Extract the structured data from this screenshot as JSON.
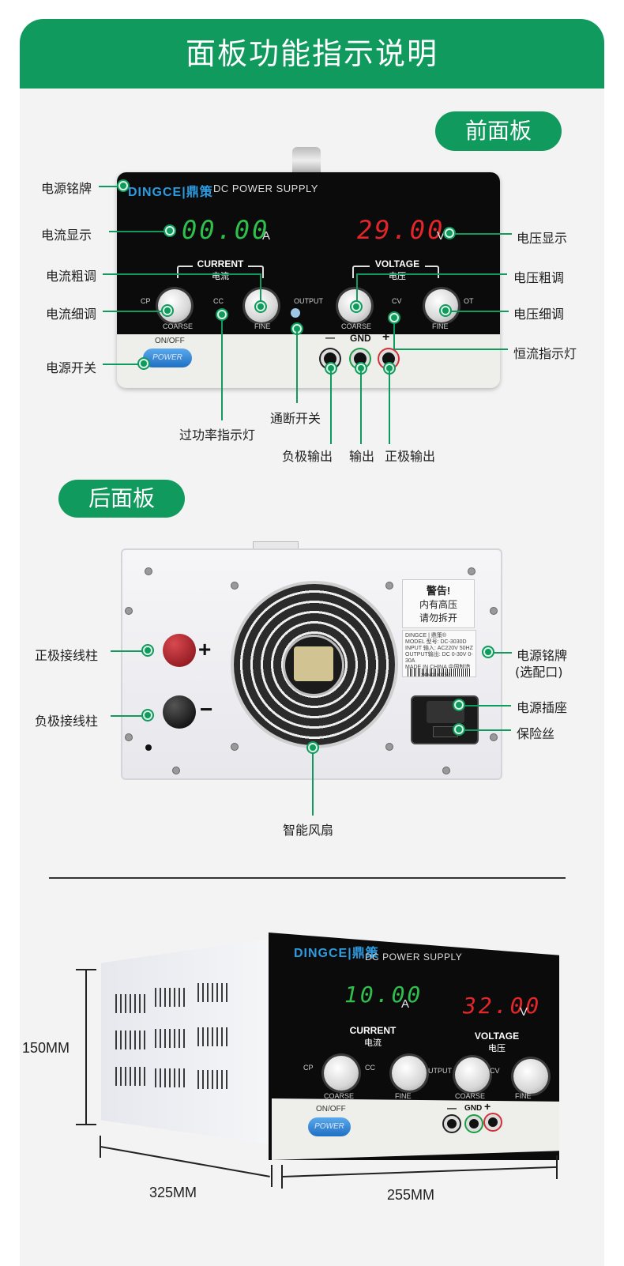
{
  "title": "面板功能指示说明",
  "front_pill": "前面板",
  "back_pill": "后面板",
  "front": {
    "brand": "DINGCE|鼎策",
    "brand_sub": "DC POWER SUPPLY",
    "current_value": "00.00",
    "current_unit": "A",
    "voltage_value": "29.00",
    "voltage_unit": "V",
    "current_group": "CURRENT",
    "current_group_cn": "电流",
    "voltage_group": "VOLTAGE",
    "voltage_group_cn": "电压",
    "cp": "CP",
    "cc": "CC",
    "cv": "CV",
    "ot": "OT",
    "output": "OUTPUT",
    "coarse": "COARSE",
    "fine": "FINE",
    "onoff": "ON/OFF",
    "power": "POWER",
    "minus": "—",
    "gnd": "GND",
    "plus": "+"
  },
  "front_callouts": {
    "power_plate": "电源铭牌",
    "current_display": "电流显示",
    "current_coarse": "电流粗调",
    "current_fine": "电流细调",
    "power_switch": "电源开关",
    "voltage_display": "电压显示",
    "voltage_coarse": "电压粗调",
    "voltage_fine": "电压细调",
    "cc_indicator": "恒流指示灯",
    "output_switch": "通断开关",
    "overpower_indicator": "过功率指示灯",
    "negative_output": "负极输出",
    "output": "输出",
    "positive_output": "正极输出"
  },
  "back": {
    "warning_title": "警告!",
    "warning_line1": "内有高压",
    "warning_line2": "请勿拆开",
    "nameplate_brand": "DINGCE | 鼎策®",
    "nameplate_model": "MODEL 型号: DC-3030D",
    "nameplate_input": "INPUT 输入: AC220V 50HZ",
    "nameplate_output": "OUTPUT输出: DC 0-30V 0-30A",
    "nameplate_made": "MADE IN CHINA 中国制造",
    "nameplate_serial": "24041100152",
    "plus": "+",
    "minus": "−"
  },
  "back_callouts": {
    "positive_post": "正极接线柱",
    "negative_post": "负极接线柱",
    "power_plate": "电源铭牌",
    "power_plate_note": "(选配口)",
    "power_socket": "电源插座",
    "fuse": "保险丝",
    "smart_fan": "智能风扇"
  },
  "view3d": {
    "brand": "DINGCE|鼎策",
    "brand_sub": "DC POWER SUPPLY",
    "current_value": "10.00",
    "current_unit": "A",
    "voltage_value": "32.00",
    "voltage_unit": "V",
    "current_group": "CURRENT",
    "current_group_cn": "电流",
    "voltage_group": "VOLTAGE",
    "voltage_group_cn": "电压",
    "cp": "CP",
    "cc": "CC",
    "cv": "CV",
    "output": "UTPUT",
    "coarse": "COARSE",
    "fine": "FINE",
    "onoff": "ON/OFF",
    "power": "POWER",
    "minus": "—",
    "gnd": "GND",
    "plus": "+"
  },
  "dimensions": {
    "height": "150MM",
    "depth": "325MM",
    "width": "255MM"
  },
  "colors": {
    "accent": "#119a5e",
    "current_display": "#2fbf4d",
    "voltage_display": "#e2262a",
    "brand_blue": "#2d9be0"
  }
}
